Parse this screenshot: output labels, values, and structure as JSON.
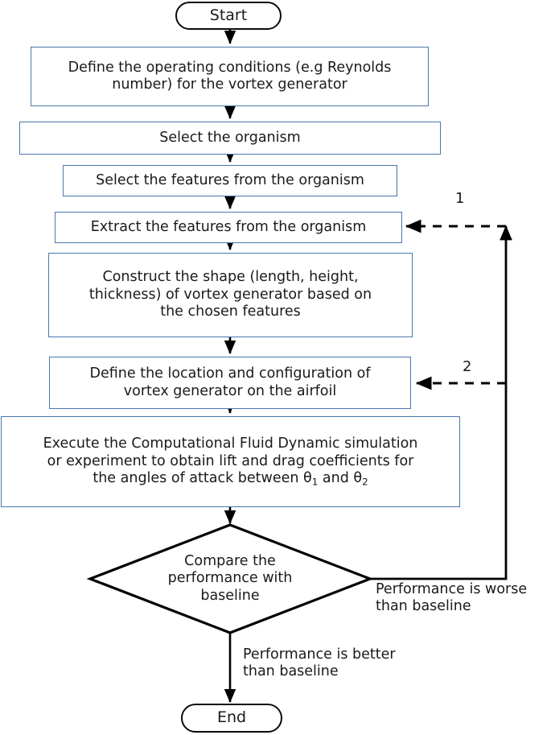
{
  "diagram": {
    "title": "Bio-inspired vortex generator design flowchart",
    "colors": {
      "process_border": "#4a77ac",
      "terminal_border": "#0b0b0b",
      "connector": "#000000",
      "text": "#1a1a1a",
      "background": "#ffffff"
    },
    "nodes": {
      "start": {
        "label": "Start",
        "shape": "terminal"
      },
      "define_conditions": {
        "label": "Define the operating conditions (e.g Reynolds number) for the vortex generator",
        "line1": "Define the operating conditions (e.g Reynolds",
        "line2": "number) for the vortex generator",
        "shape": "process"
      },
      "select_organism": {
        "label": "Select the organism",
        "shape": "process"
      },
      "select_features": {
        "label": "Select the features from the organism",
        "shape": "process"
      },
      "extract_features": {
        "label": "Extract the features from the organism",
        "shape": "process"
      },
      "construct_shape": {
        "label": "Construct the shape (length, height, thickness) of vortex generator based on the chosen features",
        "line1": "Construct the shape (length, height,",
        "line2": "thickness) of vortex generator based on",
        "line3": "the chosen features",
        "shape": "process"
      },
      "define_location": {
        "label": "Define the location and configuration of vortex generator on the airfoil",
        "line1": "Define the location and configuration of",
        "line2": "vortex generator on the airfoil",
        "shape": "process"
      },
      "execute_cfd": {
        "label": "Execute the Computational Fluid Dynamic simulation or experiment to obtain lift and drag coefficients for the angles of attack between θ1 and θ2",
        "line1": "Execute the Computational Fluid Dynamic simulation",
        "line2": "or experiment to obtain lift and drag coefficients for",
        "line3_pre": "the angles of attack between θ",
        "line3_sub1": "1",
        "line3_mid": " and θ",
        "line3_sub2": "2",
        "shape": "process"
      },
      "compare": {
        "label": "Compare the performance with baseline",
        "line1": "Compare the",
        "line2": "performance with",
        "line3": "baseline",
        "shape": "decision"
      },
      "end": {
        "label": "End",
        "shape": "terminal"
      }
    },
    "edge_labels": {
      "worse_line1": "Performance is worse",
      "worse_line2": "than baseline",
      "better_line1": "Performance is better",
      "better_line2": "than baseline",
      "loop_one": "1",
      "loop_two": "2"
    }
  }
}
